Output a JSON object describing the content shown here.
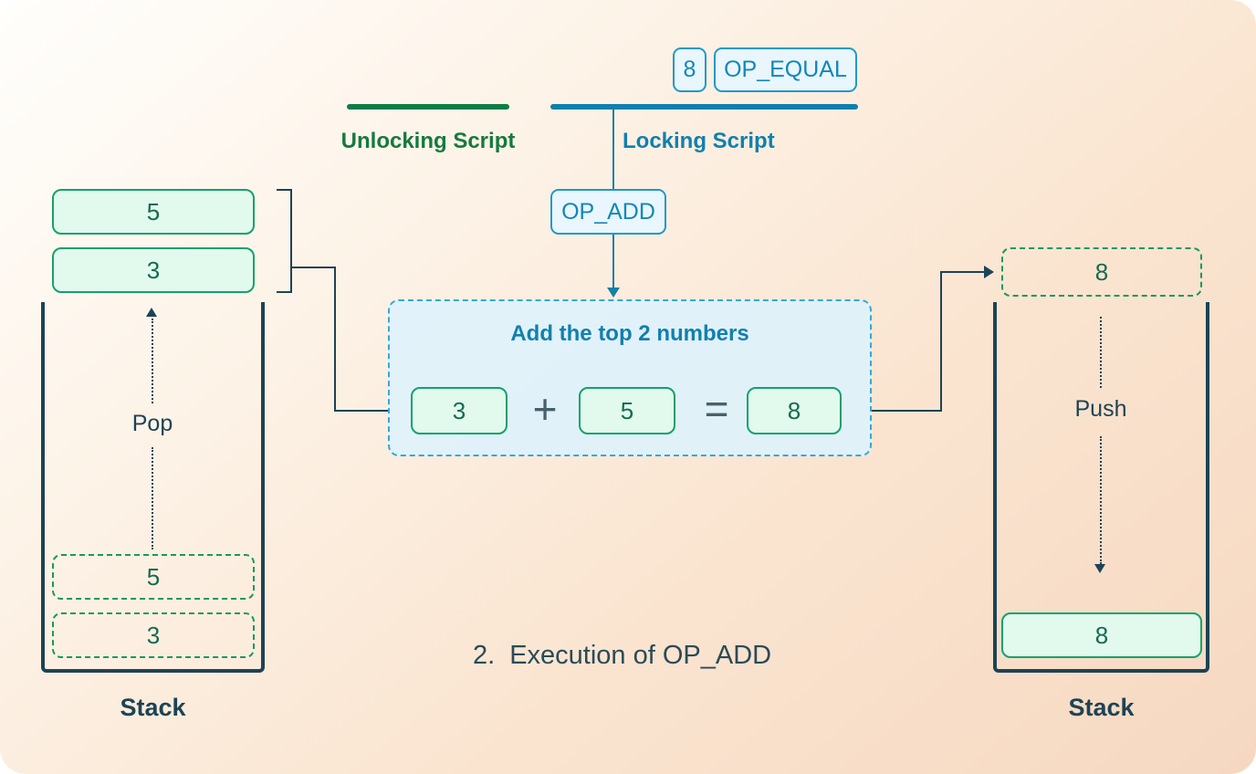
{
  "header": {
    "tokens": [
      {
        "label": "8"
      },
      {
        "label": "OP_EQUAL"
      }
    ],
    "unlocking_label": "Unlocking Script",
    "locking_label": "Locking Script"
  },
  "op_add": {
    "label": "OP_ADD"
  },
  "left_stack": {
    "popped_items": [
      "5",
      "3"
    ],
    "pop_label": "Pop",
    "ghost_items": [
      "5",
      "3"
    ],
    "title": "Stack"
  },
  "add_panel": {
    "title": "Add the top 2 numbers",
    "operand1": "3",
    "plus_sign": "+",
    "operand2": "5",
    "equals_sign": "=",
    "result": "8"
  },
  "right_stack": {
    "incoming_item": "8",
    "push_label": "Push",
    "pushed_item": "8",
    "title": "Stack"
  },
  "caption": {
    "number": "2.",
    "text": "Execution of OP_ADD"
  },
  "colors": {
    "green_accent": "#0e7d45",
    "green_box_border": "#13a26c",
    "green_box_fill": "#e2f9ee",
    "blue_accent": "#0e7fad",
    "blue_box_border": "#1f99cb",
    "blue_box_fill": "#e9f6fd",
    "panel_fill": "#def2fc",
    "ink": "#1d4355"
  }
}
